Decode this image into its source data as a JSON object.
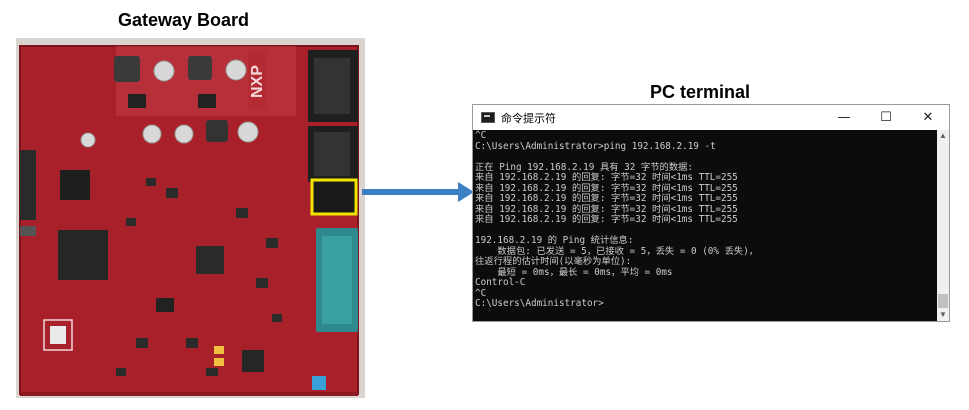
{
  "labels": {
    "board_title": "Gateway Board",
    "pc_title": "PC terminal"
  },
  "board": {
    "logo_text": "NXP"
  },
  "colors": {
    "pcb": "#a8202a",
    "arrow": "#3b7fc4",
    "highlight": "#f2e600",
    "connector_teal": "#2f8a8e",
    "console_bg": "#0c0c0c",
    "console_fg": "#cccccc"
  },
  "icons": {
    "window_icon": "cmd-icon",
    "minimize": "minimize-icon",
    "maximize": "maximize-icon",
    "close": "close-icon"
  },
  "terminal": {
    "window_title": "命令提示符",
    "buttons": {
      "minimize": "—",
      "maximize": "☐",
      "close": "✕"
    },
    "scroll": {
      "up": "▲",
      "down": "▼"
    },
    "lines": [
      "^C",
      "C:\\Users\\Administrator>ping 192.168.2.19 -t",
      "",
      "正在 Ping 192.168.2.19 具有 32 字节的数据:",
      "来自 192.168.2.19 的回复: 字节=32 时间<1ms TTL=255",
      "来自 192.168.2.19 的回复: 字节=32 时间<1ms TTL=255",
      "来自 192.168.2.19 的回复: 字节=32 时间<1ms TTL=255",
      "来自 192.168.2.19 的回复: 字节=32 时间<1ms TTL=255",
      "来自 192.168.2.19 的回复: 字节=32 时间<1ms TTL=255",
      "",
      "192.168.2.19 的 Ping 统计信息:",
      "    数据包: 已发送 = 5，已接收 = 5，丢失 = 0 (0% 丢失)，",
      "往返行程的估计时间(以毫秒为单位):",
      "    最短 = 0ms，最长 = 0ms，平均 = 0ms",
      "Control-C",
      "^C",
      "C:\\Users\\Administrator>"
    ]
  }
}
